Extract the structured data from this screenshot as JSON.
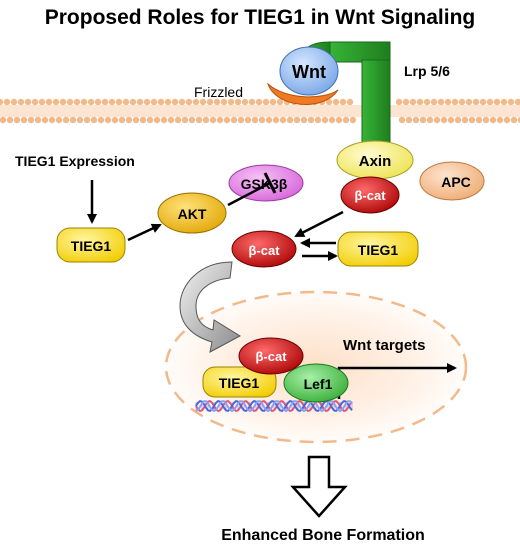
{
  "title": "Proposed Roles for TIEG1 in Wnt Signaling",
  "labels": {
    "wnt": "Wnt",
    "lrp": "Lrp 5/6",
    "frizzled": "Frizzled",
    "tieg1_expression": "TIEG1 Expression",
    "tieg1_left": "TIEG1",
    "akt": "AKT",
    "gsk3b": "GSK3β",
    "axin": "Axin",
    "apc": "APC",
    "bcat_complex": "β-cat",
    "bcat_cyto": "β-cat",
    "tieg1_right": "TIEG1",
    "bcat_nucleus": "β-cat",
    "tieg1_nucleus": "TIEG1",
    "lef1": "Lef1",
    "wnt_targets": "Wnt targets",
    "outcome": "Enhanced Bone Formation"
  },
  "colors": {
    "wnt": "#7aa7e6",
    "frizzled": "#f07a22",
    "lrp": "#2e9e2e",
    "membrane": "#f2b98a",
    "tieg1": "#f5d800",
    "akt": "#f2b800",
    "gsk3b": "#e27ae6",
    "axin": "#f5f060",
    "apc": "#f4c192",
    "bcat": "#c40000",
    "lef1": "#4cc24c",
    "nucleus": "#f7c7a5"
  }
}
